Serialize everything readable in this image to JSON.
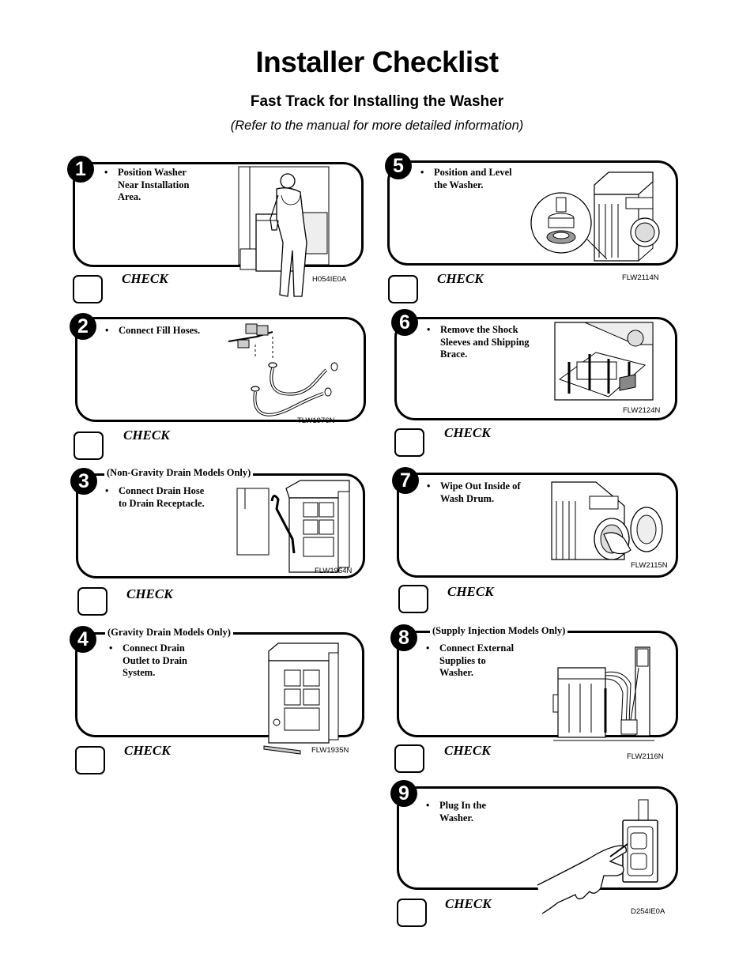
{
  "header": {
    "title": "Installer Checklist",
    "subtitle": "Fast Track for Installing the Washer",
    "note": "(Refer to the manual for more detailed information)"
  },
  "check_label": "CHECK",
  "bullet_char": "•",
  "steps": [
    {
      "number": "1",
      "condition": "",
      "lines": [
        "Position Washer",
        "Near Installation",
        "Area."
      ],
      "figure_code": "H054IE0A"
    },
    {
      "number": "2",
      "condition": "",
      "lines": [
        "Connect Fill Hoses."
      ],
      "figure_code": "TLW1976N"
    },
    {
      "number": "3",
      "condition": "(Non-Gravity Drain Models Only)",
      "lines": [
        "Connect Drain Hose",
        "to Drain Receptacle."
      ],
      "figure_code": "FLW1964N"
    },
    {
      "number": "4",
      "condition": "(Gravity Drain Models Only)",
      "lines": [
        "Connect Drain",
        "Outlet to Drain",
        "System."
      ],
      "figure_code": "FLW1935N"
    },
    {
      "number": "5",
      "condition": "",
      "lines": [
        "Position and Level",
        "the Washer."
      ],
      "figure_code": "FLW2114N"
    },
    {
      "number": "6",
      "condition": "",
      "lines": [
        "Remove the Shock",
        "Sleeves and Shipping",
        "Brace."
      ],
      "figure_code": "FLW2124N"
    },
    {
      "number": "7",
      "condition": "",
      "lines": [
        "Wipe Out Inside of",
        "Wash Drum."
      ],
      "figure_code": "FLW2115N"
    },
    {
      "number": "8",
      "condition": "(Supply Injection Models Only)",
      "lines": [
        "Connect External",
        "Supplies to",
        "Washer."
      ],
      "figure_code": "FLW2116N"
    },
    {
      "number": "9",
      "condition": "",
      "lines": [
        "Plug In the",
        "Washer."
      ],
      "figure_code": "D254IE0A"
    }
  ],
  "colors": {
    "ink": "#000000",
    "paper": "#ffffff",
    "shade": "#cccccc"
  }
}
